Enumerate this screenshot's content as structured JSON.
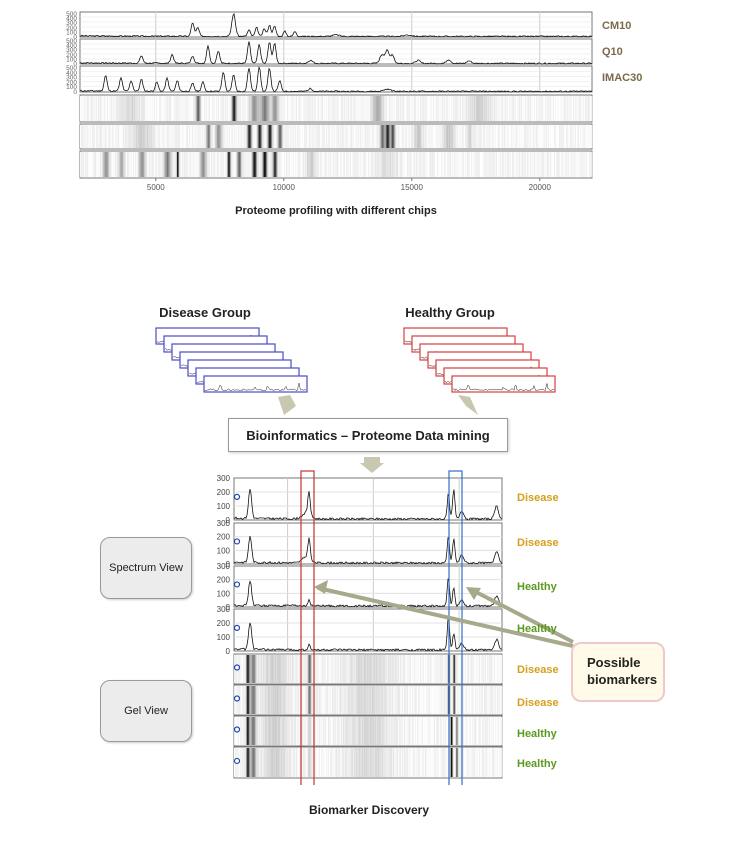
{
  "top_panel": {
    "chips": [
      "CM10",
      "Q10",
      "IMAC30"
    ],
    "y_ticks": [
      "500",
      "400",
      "300",
      "200",
      "100",
      "0"
    ],
    "x_ticks": [
      "5000",
      "10000",
      "15000",
      "20000"
    ],
    "caption": "Proteome profiling with different chips"
  },
  "flow": {
    "disease_group": "Disease Group",
    "healthy_group": "Healthy Group",
    "mining_box": "Bioinformatics – Proteome Data mining"
  },
  "bottom_panel": {
    "spectrum_view": "Spectrum View",
    "gel_view": "Gel View",
    "spectrum_rows": [
      {
        "label": "Disease",
        "color": "#d4a020"
      },
      {
        "label": "Disease",
        "color": "#d4a020"
      },
      {
        "label": "Healthy",
        "color": "#5a9a20"
      },
      {
        "label": "Healthy",
        "color": "#5a9a20"
      }
    ],
    "gel_rows": [
      {
        "label": "Disease",
        "color": "#d4a020"
      },
      {
        "label": "Disease",
        "color": "#d4a020"
      },
      {
        "label": "Healthy",
        "color": "#5a9a20"
      },
      {
        "label": "Healthy",
        "color": "#5a9a20"
      }
    ],
    "y_ticks": [
      "300",
      "200",
      "100",
      "0"
    ],
    "callout": "Possible biomarkers",
    "caption": "Biomarker Discovery"
  },
  "colors": {
    "disease_frame": "#4a4ac8",
    "healthy_frame": "#d44040",
    "highlight_red": "#c83030",
    "highlight_blue": "#3070c8",
    "arrow": "#a8a88a"
  }
}
